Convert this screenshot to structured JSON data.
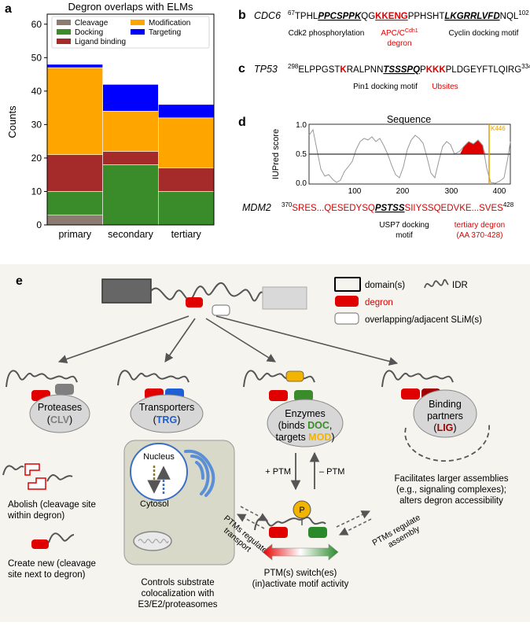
{
  "panel_a": {
    "letter": "a",
    "title": "Degron overlaps with ELMs",
    "ylabel": "Counts",
    "legend": [
      {
        "label": "Cleavage",
        "color": "#8c7b70"
      },
      {
        "label": "Modification",
        "color": "#ffa500"
      },
      {
        "label": "Docking",
        "color": "#3a8c2a"
      },
      {
        "label": "Targeting",
        "color": "#0000ff"
      },
      {
        "label": "Ligand binding",
        "color": "#a52a2a"
      }
    ]
  },
  "chart_data": {
    "type": "bar",
    "stacked": true,
    "title": "Degron overlaps with ELMs",
    "xlabel": "",
    "ylabel": "Counts",
    "categories": [
      "primary",
      "secondary",
      "tertiary"
    ],
    "ylim": [
      0,
      63
    ],
    "yticks": [
      0,
      10,
      20,
      30,
      40,
      50,
      60
    ],
    "series": [
      {
        "name": "Cleavage",
        "color": "#8c7b70",
        "values": [
          3,
          0,
          0
        ]
      },
      {
        "name": "Docking",
        "color": "#3a8c2a",
        "values": [
          7,
          18,
          10
        ]
      },
      {
        "name": "Ligand binding",
        "color": "#a52a2a",
        "values": [
          11,
          4,
          7
        ]
      },
      {
        "name": "Modification",
        "color": "#ffa500",
        "values": [
          26,
          12,
          15
        ]
      },
      {
        "name": "Targeting",
        "color": "#0000ff",
        "values": [
          1,
          8,
          4
        ]
      }
    ]
  },
  "panel_b": {
    "letter": "b",
    "gene": "CDC6",
    "start": "67",
    "end": "102",
    "seq": {
      "s1": "TPHL",
      "s2": "PPCSPPK",
      "s3": "QG",
      "s4": "KKENG",
      "s5": "PPHSHT",
      "s6": "LKGRRLVFD",
      "s7": "NQL"
    },
    "labels": {
      "cdk2": "Cdk2 phosphorylation",
      "apc": "APC/C",
      "apc_sup": "Cdh1",
      "degron": "degron",
      "cyclin": "Cyclin docking motif"
    }
  },
  "panel_c": {
    "letter": "c",
    "gene": "TP53",
    "start": "298",
    "end": "334",
    "seq": {
      "s1": "ELPPGST",
      "s2": "K",
      "s3": "RALPNN",
      "s4": "TSSSPQ",
      "s5": "P",
      "s6": "KKK",
      "s7": "PLDGEYFTLQIRG"
    },
    "labels": {
      "pin1": "Pin1 docking motif",
      "ubsites": "Ubsites"
    }
  },
  "panel_d": {
    "letter": "d",
    "title": "Sequence",
    "ylabel": "IUPred score",
    "xticks": [
      "100",
      "200",
      "300",
      "400"
    ],
    "yticks": [
      "0.0",
      "0.5",
      "1.0"
    ],
    "marker": "K446",
    "gene": "MDM2",
    "start": "370",
    "end": "428",
    "seq": {
      "s1": "SRES...QESEDYSQ",
      "s2": "PSTSS",
      "s3": "SIIYSSQEDVKE...SVES"
    },
    "labels": {
      "usp7": "USP7 docking motif",
      "tert1": "tertiary degron",
      "tert2": "(AA 370-428)"
    }
  },
  "panel_e": {
    "letter": "e",
    "legend": {
      "domain": "domain(s)",
      "idr": "IDR",
      "degron": "degron",
      "slim": "overlapping/adjacent SLiM(s)"
    },
    "proteases": {
      "line1": "Proteases",
      "open": "(",
      "code": "CLV",
      "close": ")"
    },
    "transporters": {
      "line1": "Transporters",
      "open": "(",
      "code": "TRG",
      "close": ")"
    },
    "enzymes": {
      "line1": "Enzymes",
      "binds": "(binds ",
      "doc": "DOC",
      "comma": ",",
      "targets": "targets ",
      "mod": "MOD",
      "close": ")"
    },
    "binding": {
      "line1": "Binding",
      "line2": "partners",
      "open": "(",
      "code": "LIG",
      "close": ")"
    },
    "abolish": {
      "line1": "Abolish (cleavage site",
      "line2": "within degron)"
    },
    "create": {
      "line1": "Create new (cleavage",
      "line2": "site next to degron)"
    },
    "nucleus": "Nucleus",
    "cytosol": "Cytosol",
    "controls": {
      "line1": "Controls substrate",
      "line2": "colocalization with",
      "line3": "E3/E2/proteasomes"
    },
    "ptm_transport": {
      "line1": "PTMs regulate",
      "line2": "transport"
    },
    "plus_ptm": "+ PTM",
    "minus_ptm": "– PTM",
    "phospho": "P",
    "switch": {
      "line1": "PTM(s) switch(es)",
      "line2": "(in)activate motif activity"
    },
    "ptm_assembly": {
      "line1": "PTMs regulate",
      "line2": "assembly"
    },
    "facilitates": {
      "line1": "Facilitates larger assemblies",
      "line2": "(e.g., signaling complexes);",
      "line3": "alters degron accessibility"
    }
  },
  "colors": {
    "degron": "#ff0000",
    "clv": "#7f7f7f",
    "trg": "#1f5fd6",
    "doc": "#3a8c2a",
    "mod": "#f2b400",
    "lig": "#a00000",
    "panel_bg": "#f5f4ef"
  }
}
